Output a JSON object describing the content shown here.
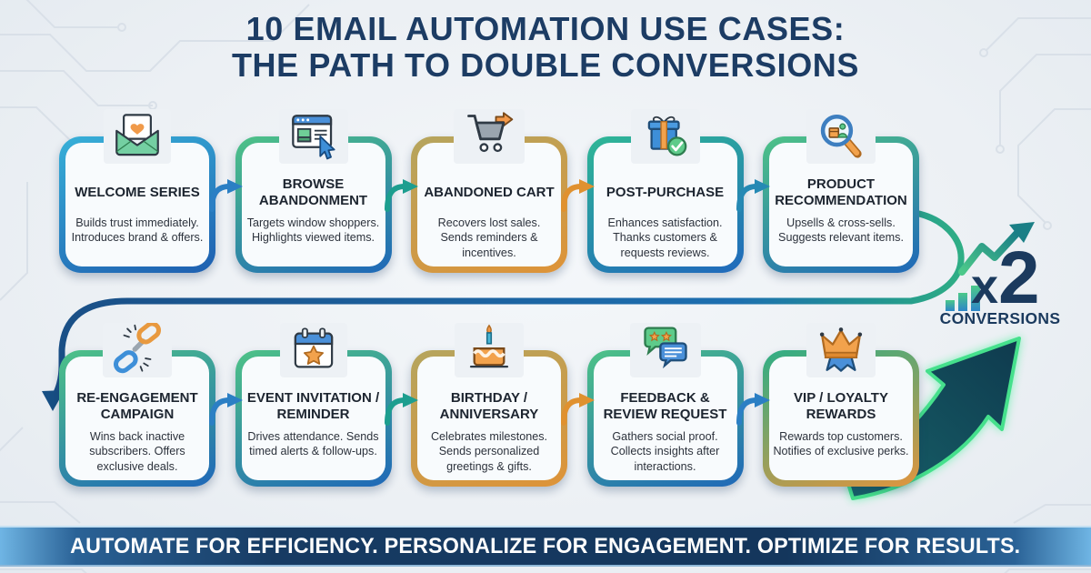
{
  "title": {
    "line1": "10 EMAIL AUTOMATION USE CASES:",
    "line2": "THE PATH TO DOUBLE CONVERSIONS"
  },
  "cards": [
    {
      "title": "WELCOME SERIES",
      "description": "Builds trust immediately. Introduces brand & offers.",
      "icon": "envelope-heart-icon",
      "border_colors": [
        "#38b0d8",
        "#1e5fb0"
      ]
    },
    {
      "title": "BROWSE ABANDONMENT",
      "description": "Targets window shoppers. Highlights viewed items.",
      "icon": "browser-cursor-icon",
      "border_colors": [
        "#4ec287",
        "#1f68b8"
      ]
    },
    {
      "title": "ABANDONED CART",
      "description": "Recovers lost sales. Sends reminders & incentives.",
      "icon": "cart-arrow-icon",
      "border_colors": [
        "#b5a55e",
        "#de9338"
      ]
    },
    {
      "title": "POST-PURCHASE",
      "description": "Enhances satisfaction. Thanks customers & requests reviews.",
      "icon": "gift-check-icon",
      "border_colors": [
        "#2fb796",
        "#2069bc"
      ]
    },
    {
      "title": "PRODUCT RECOMMENDATION",
      "description": "Upsells & cross-sells. Suggests relevant items.",
      "icon": "magnifier-product-icon",
      "border_colors": [
        "#4ec287",
        "#1f68b8"
      ]
    },
    {
      "title": "RE-ENGAGEMENT CAMPAIGN",
      "description": "Wins back inactive subscribers. Offers exclusive deals.",
      "icon": "broken-chain-icon",
      "border_colors": [
        "#4ec287",
        "#1f68b8"
      ]
    },
    {
      "title": "EVENT INVITATION / REMINDER",
      "description": "Drives attendance. Sends timed alerts & follow-ups.",
      "icon": "calendar-star-icon",
      "border_colors": [
        "#4ec287",
        "#1f68b8"
      ]
    },
    {
      "title": "BIRTHDAY / ANNIVERSARY",
      "description": "Celebrates milestones. Sends personalized greetings & gifts.",
      "icon": "birthday-cake-icon",
      "border_colors": [
        "#b5a55e",
        "#de9338"
      ]
    },
    {
      "title": "FEEDBACK & REVIEW REQUEST",
      "description": "Gathers social proof. Collects insights after interactions.",
      "icon": "feedback-bubbles-icon",
      "border_colors": [
        "#4ec287",
        "#1f68b8"
      ]
    },
    {
      "title": "VIP / LOYALTY REWARDS",
      "description": "Rewards top customers. Notifies of exclusive perks.",
      "icon": "crown-ribbon-icon",
      "border_colors": [
        "#2fae85",
        "#e0953f"
      ]
    }
  ],
  "flow_arrows": {
    "row1": [
      "#2b7fc4",
      "#1d9e8f",
      "#e0912f",
      "#2589b4"
    ],
    "row2": [
      "#2b7fc4",
      "#1d9e8f",
      "#e0912f",
      "#2b7fc4"
    ]
  },
  "conversions": {
    "multiplier_prefix": "x",
    "multiplier_value": "2",
    "label": "CONVERSIONS"
  },
  "banner": {
    "text": "AUTOMATE FOR EFFICIENCY. PERSONALIZE FOR ENGAGEMENT. OPTIMIZE FOR RESULTS."
  },
  "colors": {
    "title_text": "#1c3c64",
    "background": "#edf1f5",
    "banner_mid": "#16365c",
    "banner_edge": "#6fb5e4",
    "conversions_text": "#1b3a5e",
    "swoosh_fill": "#12505c",
    "swoosh_glow": "#4be48f",
    "loop_line_teal": "#2fae85",
    "loop_line_navy": "#1a4f86"
  }
}
